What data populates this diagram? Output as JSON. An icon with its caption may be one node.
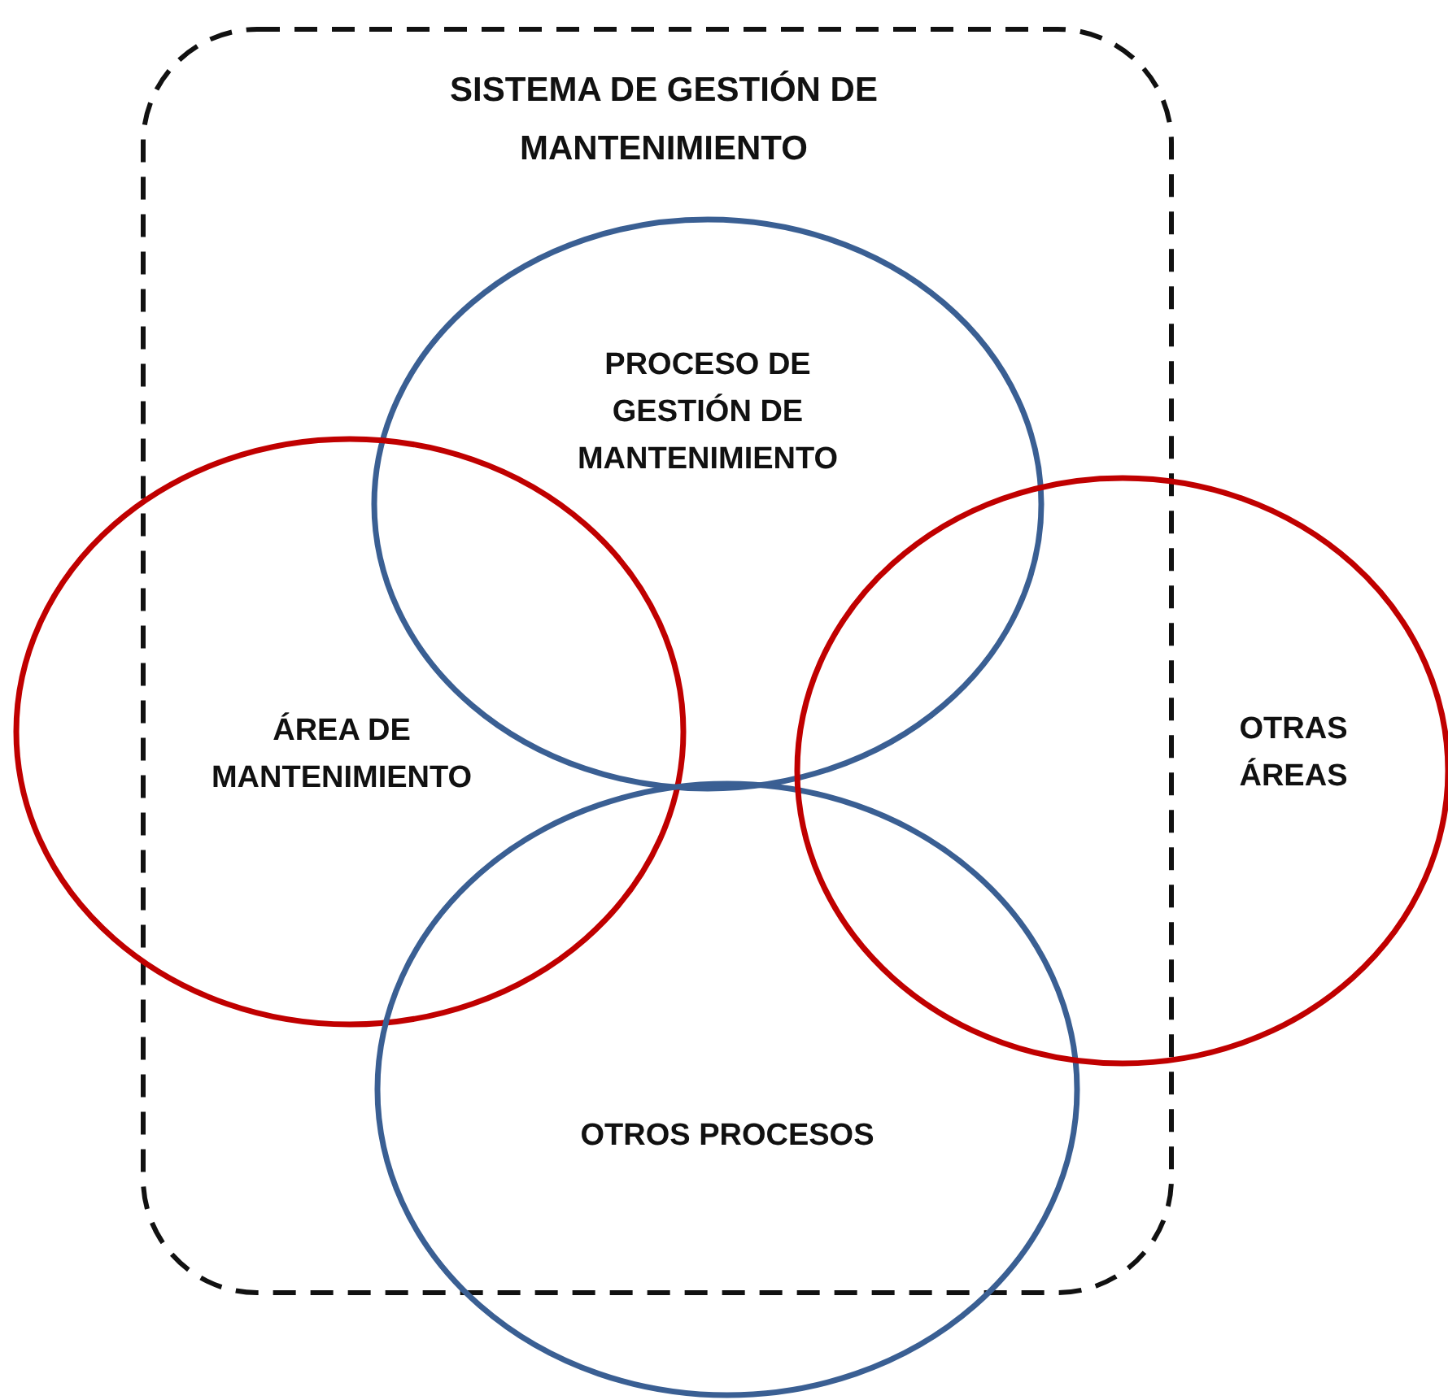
{
  "diagram": {
    "nodes": [
      {
        "text": [
          "SISTEMA DE GESTIÓN DE MANTENIMIENTO"
        ]
      },
      {
        "text": [
          "PROCESO DE GESTIÓN DE MANTENIMIENTO"
        ],
        "in": 0
      },
      {
        "text": [
          "ÁREA DE MANTENIMIENTO"
        ]
      },
      {
        "text": [
          "OTROS PROCESOS"
        ]
      },
      {
        "text": [
          "OTRAS ÁREAS"
        ]
      }
    ]
  }
}
